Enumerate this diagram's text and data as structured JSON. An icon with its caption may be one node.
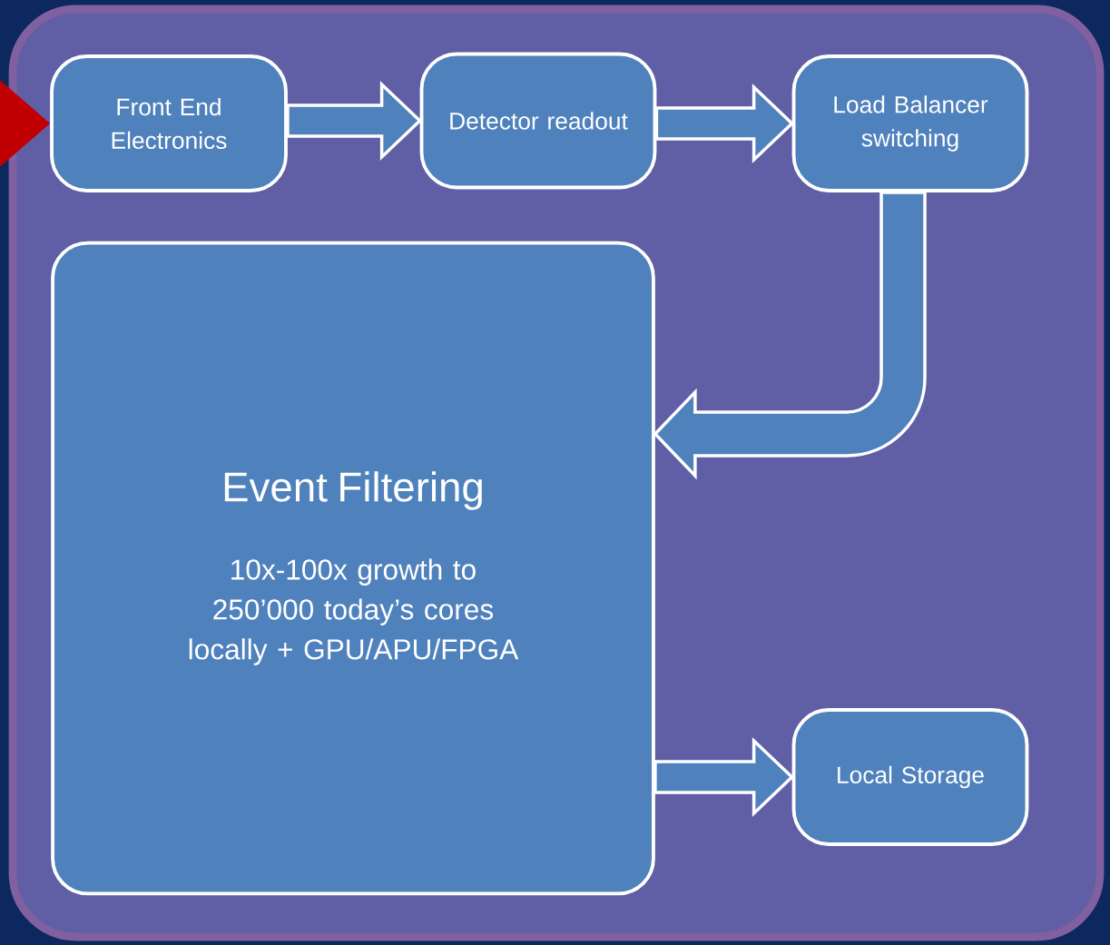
{
  "diagram": {
    "nodes": [
      {
        "text": [
          "Front End Electronics"
        ]
      },
      {
        "text": [
          "Detector readout"
        ]
      },
      {
        "text": [
          "Load Balancer switching"
        ]
      },
      {
        "text": [
          "Event Filtering",
          "10x-100x growth to 250’000 today’s cores locally + GPU/APU/FPGA"
        ]
      },
      {
        "text": [
          "Local Storage"
        ]
      }
    ],
    "edges": [
      {
        "from": null,
        "to": 0,
        "arrow": "to",
        "color": "#c00000"
      },
      {
        "from": 0,
        "to": 1,
        "arrow": "to"
      },
      {
        "from": 1,
        "to": 2,
        "arrow": "to"
      },
      {
        "from": 2,
        "to": 3,
        "arrow": "to"
      },
      {
        "from": 3,
        "to": 4,
        "arrow": "to"
      }
    ]
  }
}
